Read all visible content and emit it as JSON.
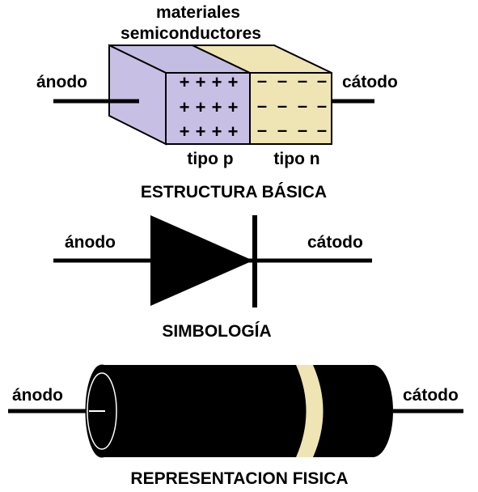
{
  "structure": {
    "top_label_line1": "materiales",
    "top_label_line2": "semiconductores",
    "anode_label": "ánodo",
    "cathode_label": "cátodo",
    "p_type_label": "tipo p",
    "n_type_label": "tipo n",
    "p_sign": "+",
    "n_sign": "–",
    "caption": "ESTRUCTURA BÁSICA",
    "colors": {
      "p_region": "#c8c0e4",
      "p_region_top": "#c4bde3",
      "n_region": "#efe4b3",
      "n_region_top": "#efe4b3"
    }
  },
  "symbol": {
    "anode_label": "ánodo",
    "cathode_label": "cátodo",
    "caption": "SIMBOLOGÍA"
  },
  "physical": {
    "anode_label": "ánodo",
    "cathode_label": "cátodo",
    "caption": "REPRESENTACION FISICA",
    "colors": {
      "body": "#000000",
      "band": "#efe4b3"
    }
  }
}
